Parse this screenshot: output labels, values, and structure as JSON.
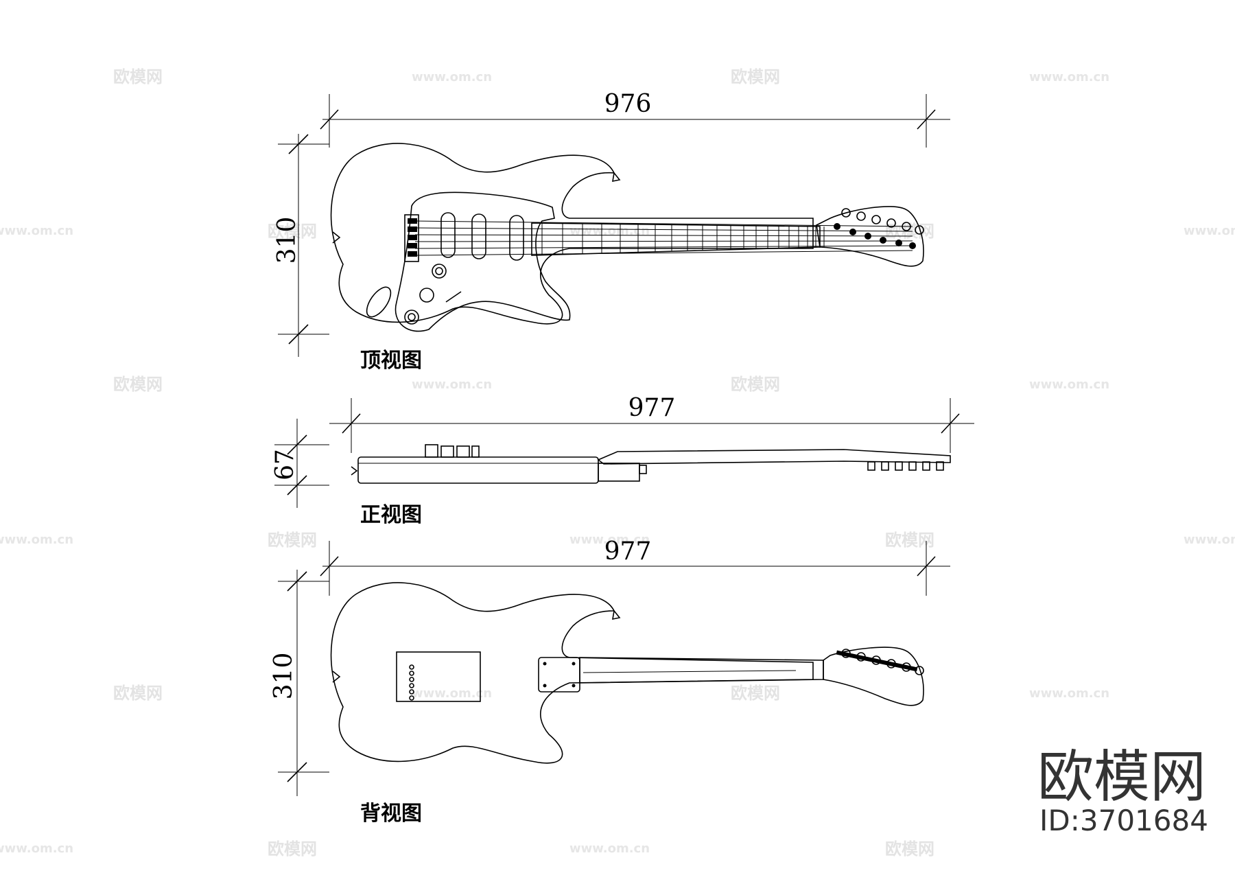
{
  "views": {
    "top": {
      "label": "顶视图",
      "width_dim": "976",
      "height_dim": "310"
    },
    "front": {
      "label": "正视图",
      "width_dim": "977",
      "height_dim": "67"
    },
    "back": {
      "label": "背视图",
      "width_dim": "977",
      "height_dim": "310"
    }
  },
  "watermark": {
    "brand": "欧模网",
    "url": "www.om.cn",
    "id_text": "ID:3701684"
  }
}
